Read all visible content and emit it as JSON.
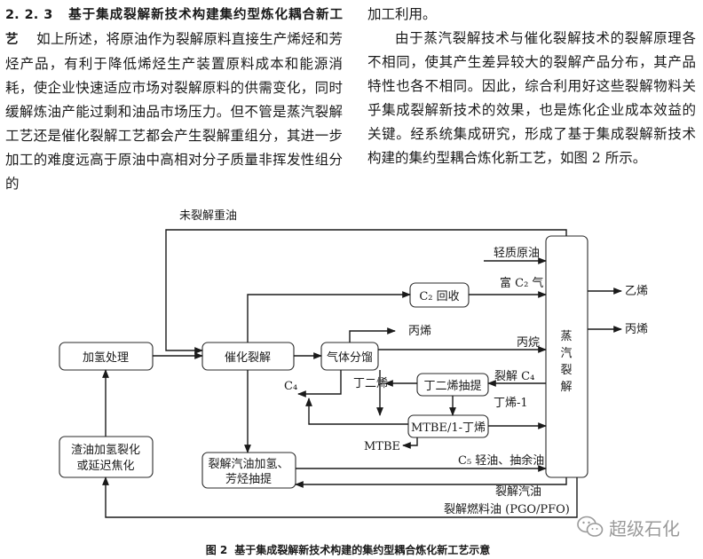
{
  "text_left": {
    "section_number": "2. 2. 3",
    "section_title_line1": "基于集成裂解新技术构建集约型炼化耦",
    "section_title_line2": "合新工艺",
    "paragraph": "如上所述，将原油作为裂解原料直接生产烯烃和芳烃产品，有利于降低烯烃生产装置原料成本和能源消耗，使企业快速适应市场对裂解原料的供需变化，同时缓解炼油产能过剩和油品市场压力。但不管是蒸汽裂解工艺还是催化裂解工艺都会产生裂解重组分，其进一步加工的难度远高于原油中高相对分子质量非挥发性组分的"
  },
  "text_right": {
    "continuation": "加工利用。",
    "paragraph": "由于蒸汽裂解技术与催化裂解技术的裂解原理各不相同，使其产生差异较大的裂解产品分布，其产品特性也各不相同。因此，综合利用好这些裂解物料关乎集成裂解新技术的效果，也是炼化企业成本效益的关键。经系统集成研究，形成了基于集成裂解新技术构建的集约型耦合炼化新工艺，如图 2 所示。"
  },
  "figure": {
    "boxes": {
      "hydro": "加氢处理",
      "cat_cracking": "催化裂解",
      "gas_fractionation": "气体分馏",
      "c2_recovery": "C₂ 回收",
      "butadiene_extraction": "丁二烯抽提",
      "mtbe": "MTBE/1-丁烯",
      "gasoline_hydro_line1": "裂解汽油加氢、",
      "gasoline_hydro_line2": "芳烃抽提",
      "residue_line1": "渣油加氢裂化",
      "residue_line2": "或延迟焦化",
      "steam_cracking_chars": [
        "蒸",
        "汽",
        "裂",
        "解"
      ]
    },
    "labels": {
      "unconverted_heavy_oil": "未裂解重油",
      "light_crude": "轻质原油",
      "rich_c2_gas": "富 C₂ 气",
      "ethylene": "乙烯",
      "propylene_out": "丙烯",
      "propylene_from_gf": "丙烯",
      "propane": "丙烷",
      "cracked_c4": "裂解 C₄",
      "butadiene": "丁二烯",
      "c4": "C₄",
      "butene1": "丁烯-1",
      "mtbe_product": "MTBE",
      "c5_raffinate": "C₅ 轻油、抽余油",
      "pyrolysis_gasoline": "裂解汽油",
      "pyrolysis_fuel_oil": "裂解燃料油 (PGO/PFO)"
    }
  },
  "caption": {
    "number": "图 2",
    "title": "基于集成裂解新技术构建的集约型耦合炼化新工艺示意"
  },
  "watermark": {
    "text": "超级石化",
    "icon": "wechat-icon"
  }
}
